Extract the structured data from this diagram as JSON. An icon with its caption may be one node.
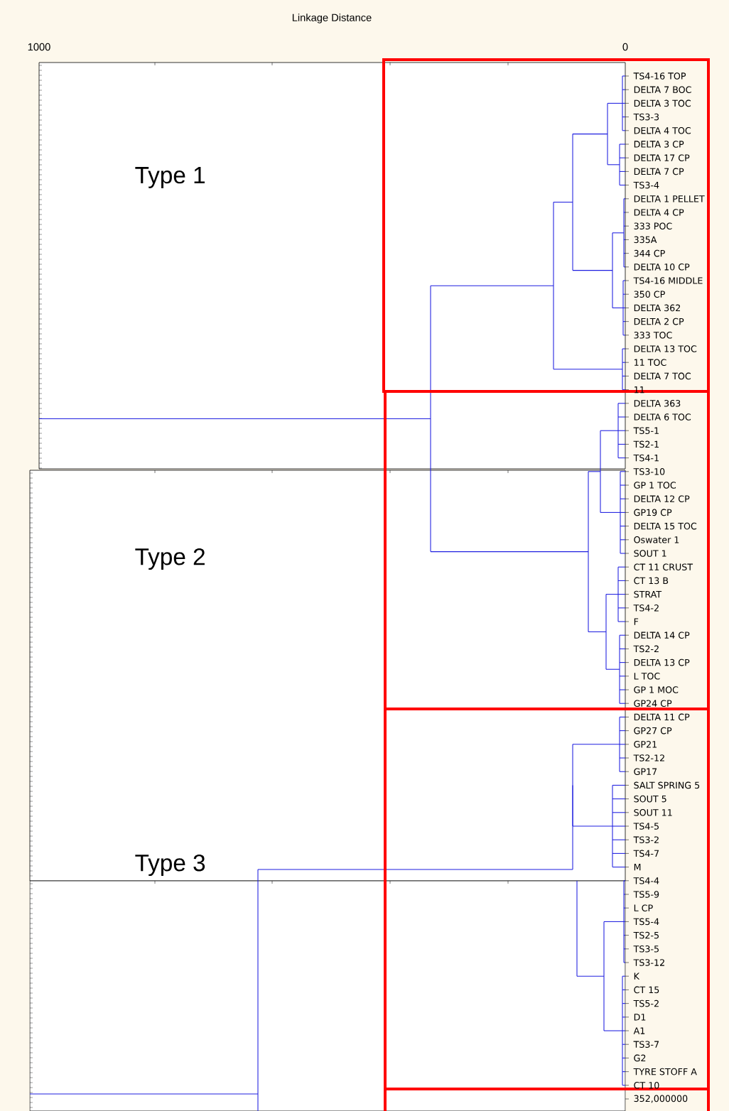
{
  "diagram": {
    "labels": [
      "Linkage Distance",
      "1000",
      "0",
      "Type 1",
      "Type 2",
      "Type 3",
      "TS4-16 TOP",
      "DELTA 7 BOC",
      "DELTA 3 TOC",
      "TS3-3",
      "DELTA 4 TOC",
      "DELTA 3 CP",
      "DELTA 17 CP",
      "DELTA 7 CP",
      "TS3-4",
      "DELTA 1 PELLET",
      "DELTA 4 CP",
      "333 POC",
      "335A",
      "344 CP",
      "DELTA 10 CP",
      "TS4-16 MIDDLE",
      "350 CP",
      "DELTA 362",
      "DELTA 2 CP",
      "333 TOC",
      "DELTA 13 TOC",
      "11 TOC",
      "DELTA 7 TOC",
      "11",
      "DELTA 363",
      "DELTA 6 TOC",
      "TS5-1",
      "TS2-1",
      "TS4-1",
      "TS3-10",
      "GP 1 TOC",
      "DELTA 12 CP",
      "GP19 CP",
      "DELTA 15 TOC",
      "Oswater 1",
      "SOUT 1",
      "CT 11 CRUST",
      "CT 13 B",
      "STRAT",
      "TS4-2",
      "F",
      "DELTA 14 CP",
      "TS2-2",
      "DELTA 13 CP",
      "L TOC",
      "GP 1 MOC",
      "GP24 CP",
      "DELTA 11 CP",
      "GP27 CP",
      "GP21",
      "TS2-12",
      "GP17",
      "SALT SPRING 5",
      "SOUT 5",
      "SOUT 11",
      "TS4-5",
      "TS3-2",
      "TS4-7",
      "M",
      "TS4-4",
      "TS5-9",
      "L CP",
      "TS5-4",
      "TS2-5",
      "TS3-5",
      "TS3-12",
      "K",
      "CT 15",
      "TS5-2",
      "D1",
      "A1",
      "TS3-7",
      "G2",
      "TYRE STOFF A",
      "CT 10",
      "352,000000"
    ]
  }
}
